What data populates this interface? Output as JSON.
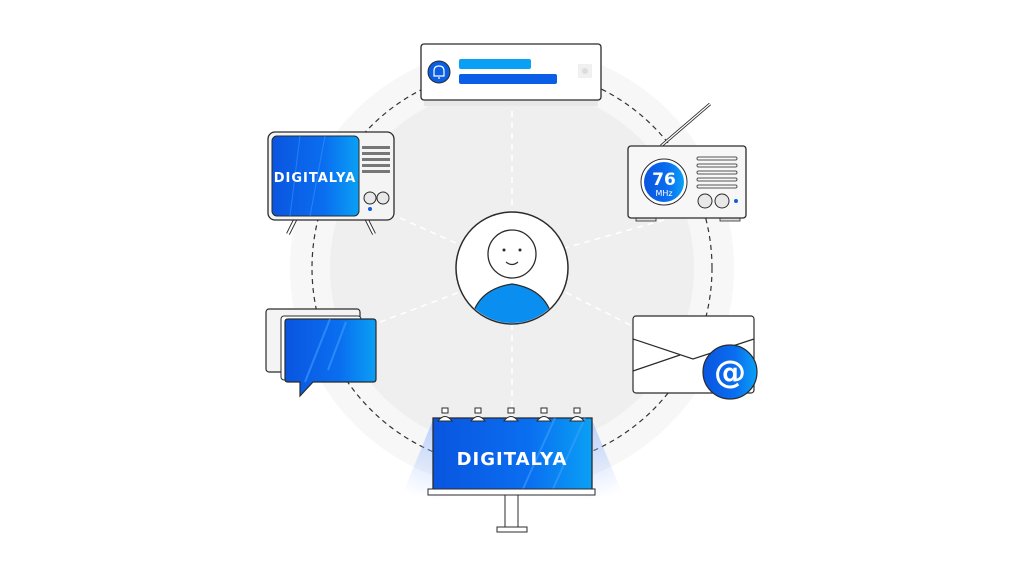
{
  "brand": {
    "logo_text": "DIGITALYA"
  },
  "radio": {
    "frequency": "76",
    "unit": "MHz"
  },
  "icons": [
    "bell-icon",
    "at-sign-icon",
    "person-avatar",
    "tv",
    "radio",
    "chat-bubbles",
    "envelope",
    "billboard",
    "notification-card"
  ],
  "colors": {
    "primary_blue": "#0a5fe6",
    "light_blue": "#0aa0f5",
    "outline": "#2b2b2b",
    "background_disc": "#f4f4f4"
  }
}
